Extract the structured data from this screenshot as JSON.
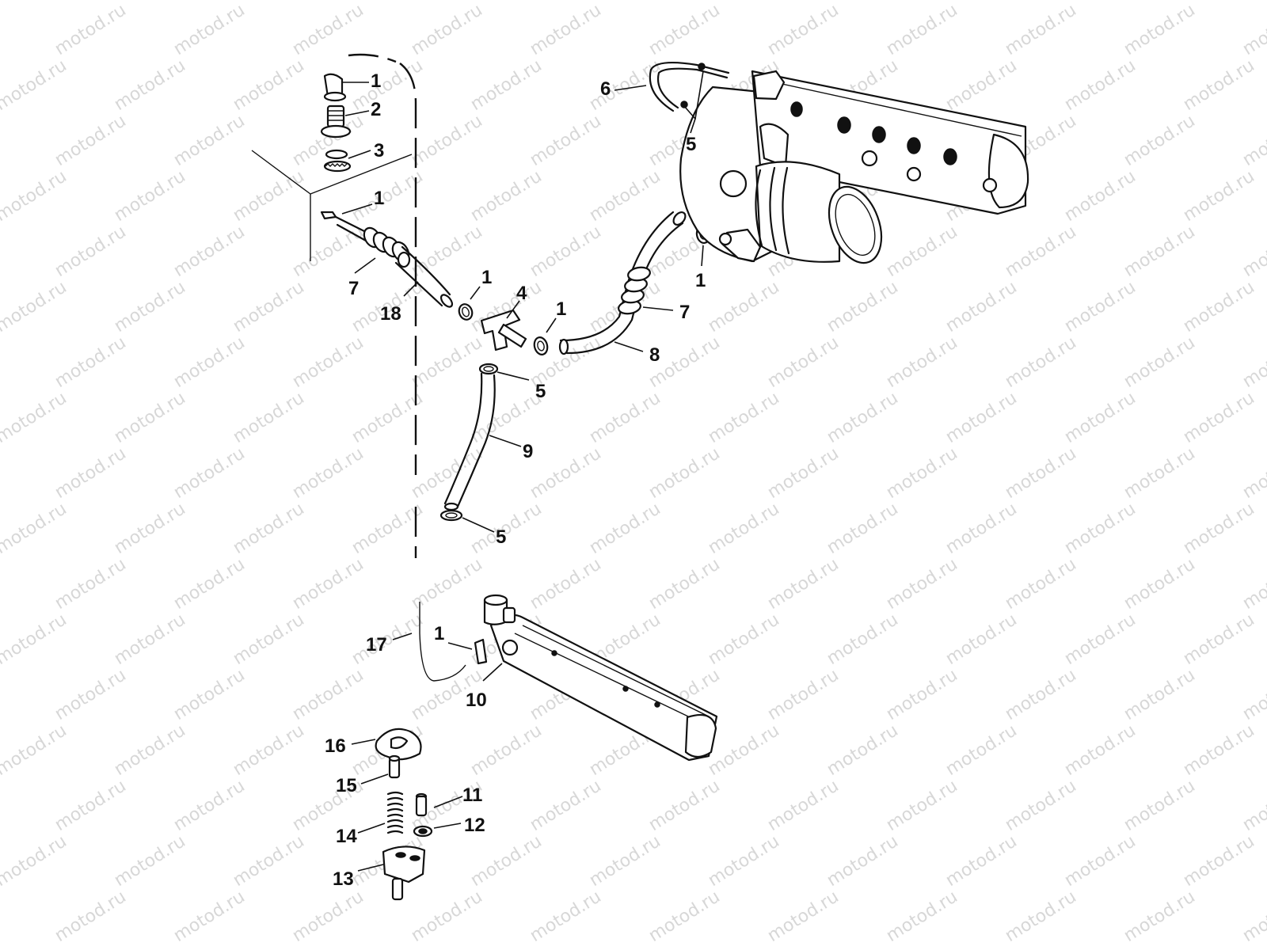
{
  "watermark": {
    "text": "motod.ru",
    "color": "#b8b8b8"
  },
  "diagram": {
    "type": "exploded parts diagram",
    "line_color": "#111111",
    "callouts": [
      {
        "id": "c1a",
        "label": "1"
      },
      {
        "id": "c2",
        "label": "2"
      },
      {
        "id": "c3",
        "label": "3"
      },
      {
        "id": "c1b",
        "label": "1"
      },
      {
        "id": "c7a",
        "label": "7"
      },
      {
        "id": "c18",
        "label": "18"
      },
      {
        "id": "c1c",
        "label": "1"
      },
      {
        "id": "c4",
        "label": "4"
      },
      {
        "id": "c1d",
        "label": "1"
      },
      {
        "id": "c6",
        "label": "6"
      },
      {
        "id": "c5a",
        "label": "5"
      },
      {
        "id": "c1e",
        "label": "1"
      },
      {
        "id": "c7b",
        "label": "7"
      },
      {
        "id": "c8",
        "label": "8"
      },
      {
        "id": "c5b",
        "label": "5"
      },
      {
        "id": "c9",
        "label": "9"
      },
      {
        "id": "c5c",
        "label": "5"
      },
      {
        "id": "c17",
        "label": "17"
      },
      {
        "id": "c1f",
        "label": "1"
      },
      {
        "id": "c10",
        "label": "10"
      },
      {
        "id": "c16",
        "label": "16"
      },
      {
        "id": "c15",
        "label": "15"
      },
      {
        "id": "c11",
        "label": "11"
      },
      {
        "id": "c12",
        "label": "12"
      },
      {
        "id": "c14",
        "label": "14"
      },
      {
        "id": "c13",
        "label": "13"
      }
    ]
  }
}
